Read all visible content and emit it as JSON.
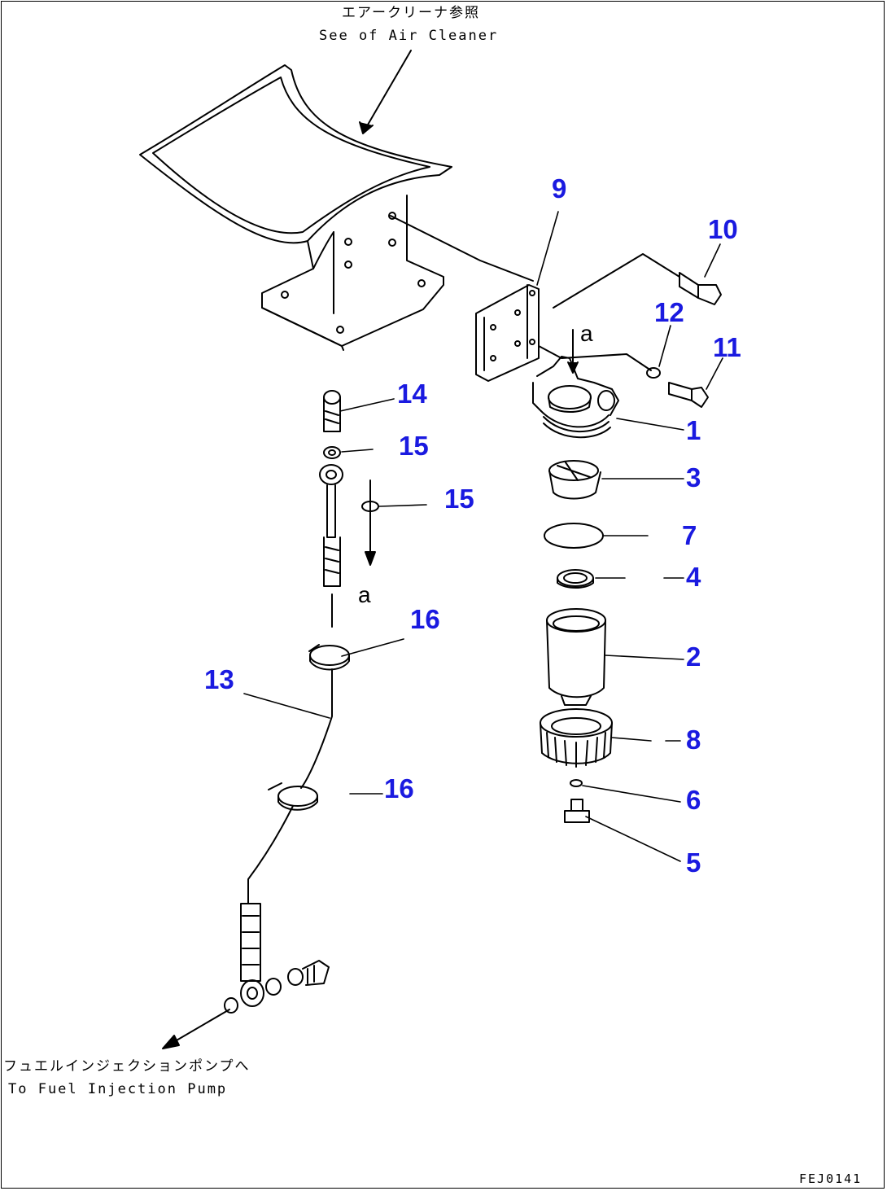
{
  "notes": {
    "top_jp": "エアークリーナ参照",
    "top_en": "See of Air Cleaner",
    "bottom_jp": "フュエルインジェクションポンプへ",
    "bottom_en": "To Fuel Injection Pump",
    "figure_code": "FEJ0141"
  },
  "arrow_tag": "a",
  "part_labels": {
    "p1": "1",
    "p2": "2",
    "p3": "3",
    "p4": "4",
    "p5": "5",
    "p6": "6",
    "p7": "7",
    "p8": "8",
    "p9": "9",
    "p10": "10",
    "p11": "11",
    "p12": "12",
    "p13": "13",
    "p14": "14",
    "p15a": "15",
    "p15b": "15",
    "p16a": "16",
    "p16b": "16"
  },
  "colors": {
    "label": "#1a1ae0",
    "line": "#000000"
  }
}
